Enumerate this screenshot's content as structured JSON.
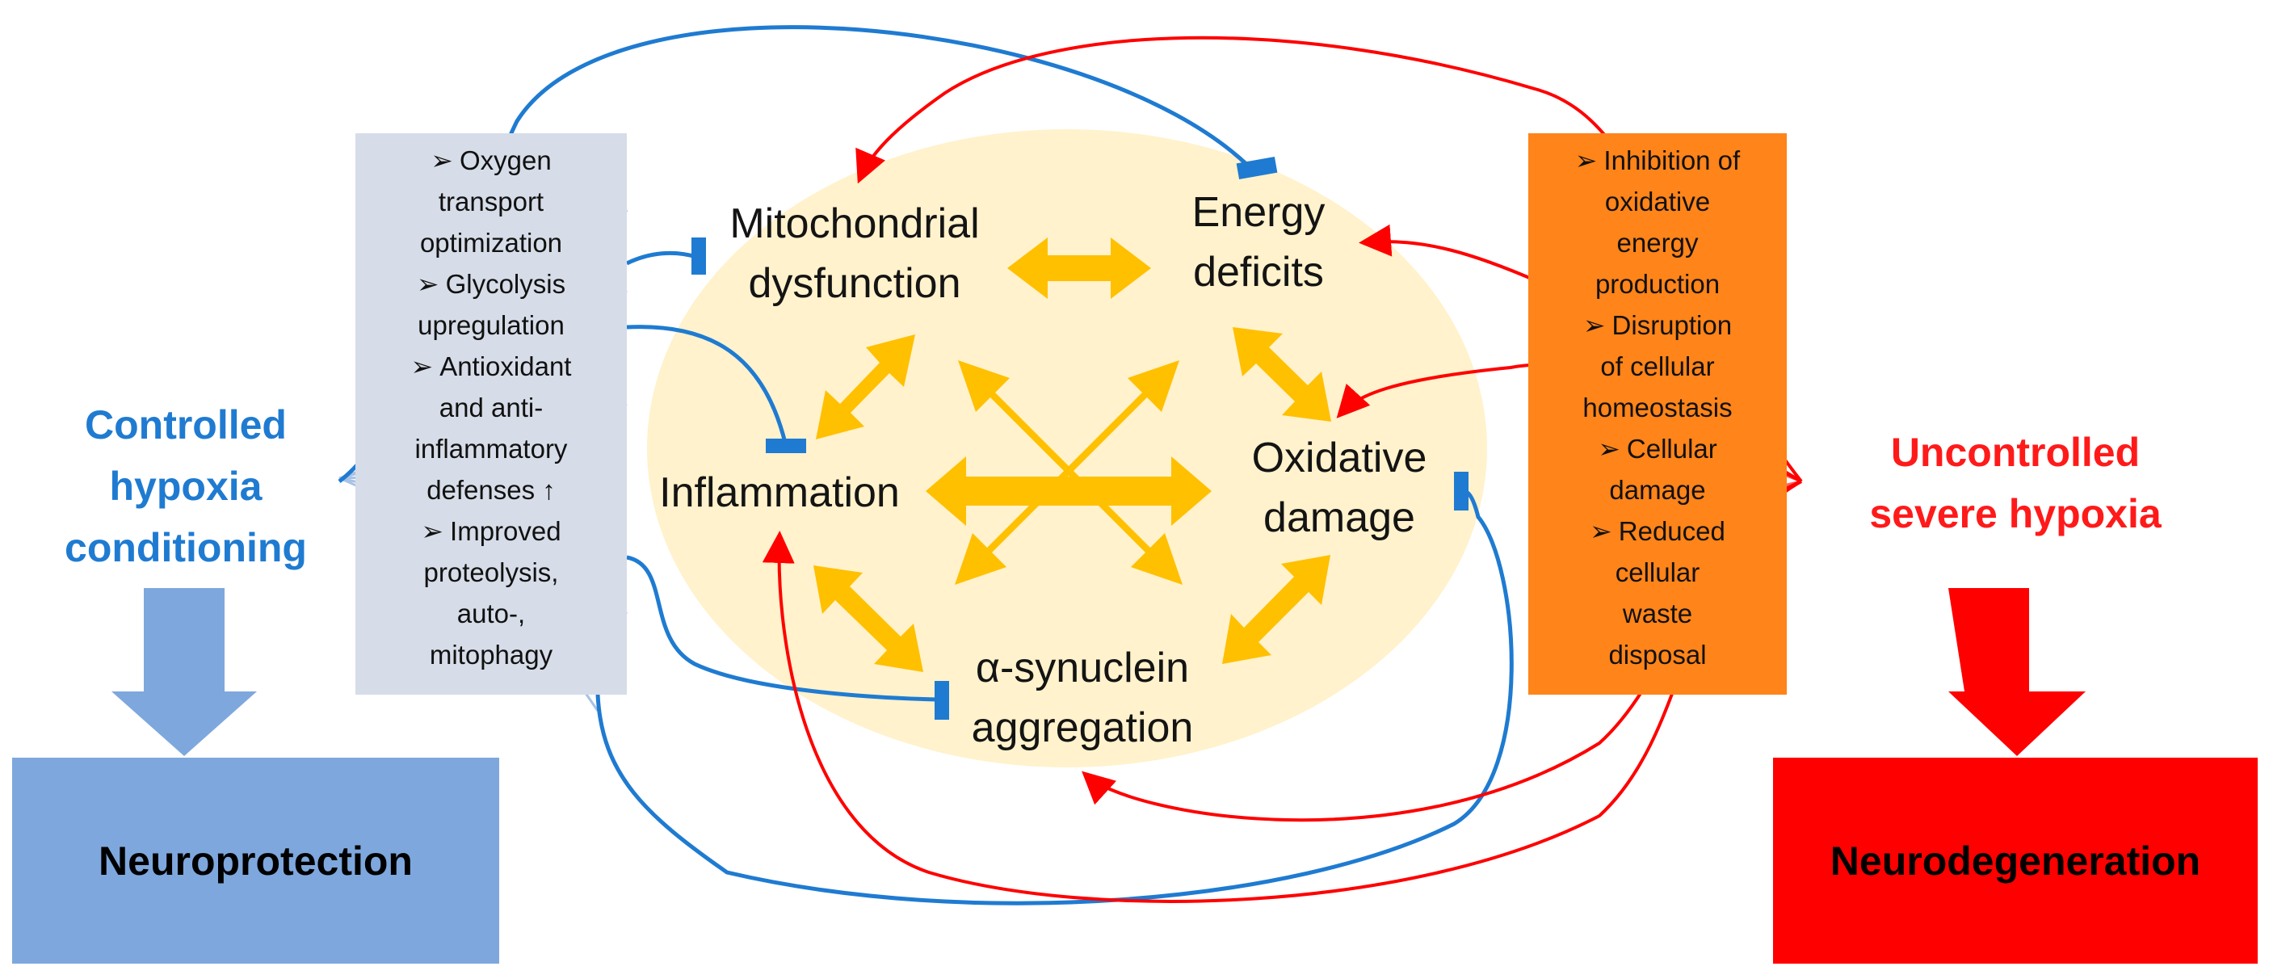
{
  "left_condition": {
    "lines": [
      "Controlled",
      "hypoxia",
      "conditioning"
    ],
    "color": "#1f7bd1"
  },
  "right_condition": {
    "lines": [
      "Uncontrolled",
      "severe hypoxia"
    ],
    "color": "#ff1a1a"
  },
  "left_mechanisms": [
    {
      "lines": [
        "Oxygen",
        "transport",
        "optimization"
      ]
    },
    {
      "lines": [
        "Glycolysis",
        "upregulation"
      ]
    },
    {
      "lines": [
        "Antioxidant",
        "and anti-",
        "inflammatory",
        "defenses ↑"
      ]
    },
    {
      "lines": [
        "Improved",
        "proteolysis,",
        "auto-,",
        "mitophagy"
      ]
    }
  ],
  "right_mechanisms": [
    {
      "lines": [
        "Inhibition of",
        "oxidative",
        "energy",
        "production"
      ]
    },
    {
      "lines": [
        "Disruption",
        "of cellular",
        "homeostasis"
      ]
    },
    {
      "lines": [
        "Cellular",
        "damage"
      ]
    },
    {
      "lines": [
        "Reduced",
        "cellular",
        "waste",
        "disposal"
      ]
    }
  ],
  "bullet_symbol": "➢",
  "nodes": {
    "mitochondrial": [
      "Mitochondrial",
      "dysfunction"
    ],
    "energy": [
      "Energy",
      "deficits"
    ],
    "inflammation": [
      "Inflammation"
    ],
    "oxidative": [
      "Oxidative",
      "damage"
    ],
    "synuclein": [
      "α-synuclein",
      "aggregation"
    ]
  },
  "outcomes": {
    "left": "Neuroprotection",
    "right": "Neurodegeneration"
  },
  "colors": {
    "ellipse": "#fff2cc",
    "arrow_yellow": "#ffc000",
    "inhibit_blue": "#1f7bd1",
    "activate_red": "#ff0000",
    "left_panel": "#d6dde8",
    "right_panel": "#ff8419",
    "neuroprotection_box": "#7ea8dd",
    "neurodegeneration_box": "#ff0000",
    "down_arrow_left": "#7ea8dd",
    "down_arrow_right": "#ff0000"
  }
}
